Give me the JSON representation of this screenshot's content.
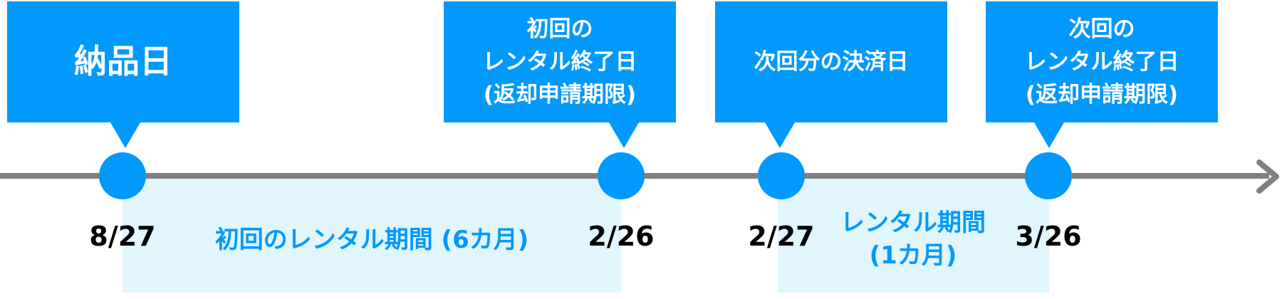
{
  "callouts": {
    "delivery": "納品日",
    "first_end": "初回の\nレンタル終了日\n(返却申請期限)",
    "next_payment": "次回分の決済日",
    "next_end": "次回の\nレンタル終了日\n(返却申請期限)"
  },
  "dates": {
    "delivery": "8/27",
    "first_end": "2/26",
    "next_payment": "2/27",
    "next_end": "3/26"
  },
  "periods": {
    "initial": "初回のレンタル期間 (6カ月)",
    "next": "レンタル期間\n(1カ月)"
  },
  "colors": {
    "accent": "#0299fd",
    "period_fill": "#e0f5fc",
    "timeline": "#808080",
    "date_text": "#000000"
  }
}
